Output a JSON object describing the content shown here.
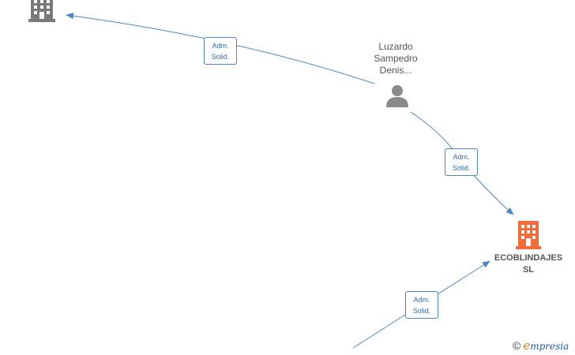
{
  "graph": {
    "colors": {
      "edge": "#4a86c8",
      "person_icon": "#8a8a8a",
      "company_main": "#f26b38",
      "company_other": "#7a7a7a"
    },
    "nodes": {
      "person": {
        "name_lines": [
          "Luzardo",
          "Sampedro",
          "Denis..."
        ],
        "icon": "person-icon"
      },
      "main_company": {
        "name_lines": [
          "ECOBLINDAJES",
          "SL"
        ],
        "icon": "building-icon"
      },
      "other_company": {
        "icon": "building-icon"
      }
    },
    "edges": [
      {
        "label_lines": [
          "Adm.",
          "Solid."
        ]
      },
      {
        "label_lines": [
          "Adm.",
          "Solid."
        ]
      },
      {
        "label_lines": [
          "Adm.",
          "Solid."
        ]
      }
    ]
  },
  "watermark": {
    "copyright_symbol": "©",
    "brand_initial": "e",
    "brand_rest": "mpresia"
  }
}
